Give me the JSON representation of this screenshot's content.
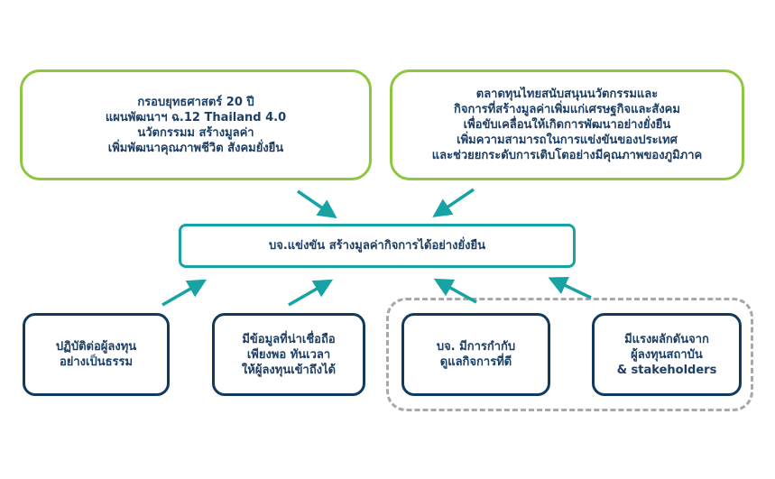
{
  "top_left": {
    "lines": [
      "กรอบยุทธศาสตร์ 20 ปี",
      "แผนพัฒนาฯ ฉ.12 Thailand 4.0",
      "นวัตกรรมม สร้างมูลค่า",
      "เพิ่มพัฒนาคุณภาพชีวิต สังคมยั่งยืน"
    ]
  },
  "top_right": {
    "lines": [
      "ตลาดทุนไทยสนับสนุนนวัตกรรมและ",
      "กิจการที่สร้างมูลค่าเพิ่มแก่เศรษฐกิจและสังคม",
      "เพื่อขับเคลื่อนให้เกิดการพัฒนาอย่างยั่งยืน",
      "เพิ่มความสามารถในการแข่งขันของประเทศ",
      "และช่วยยกระดับการเติบโตอย่างมีคุณภาพของภูมิภาค"
    ]
  },
  "center": {
    "text": "บจ.แข่งขัน สร้างมูลค่ากิจการได้อย่างยั่งยืน"
  },
  "bottom": [
    {
      "lines": [
        "ปฏิบัติต่อผู้ลงทุน",
        "อย่างเป็นธรรม"
      ]
    },
    {
      "lines": [
        "มีข้อมูลที่น่าเชื่อถือ",
        "เพียงพอ ทันเวลา",
        "ให้ผู้ลงทุนเข้าถึงได้"
      ]
    },
    {
      "lines": [
        "บจ. มีการกำกับ",
        "ดูแลกิจการที่ดี"
      ]
    },
    {
      "lines": [
        "มีแรงผลักดันจาก",
        "ผู้ลงทุนสถาบัน",
        "& stakeholders"
      ]
    }
  ],
  "colors": {
    "green": "#8dc63f",
    "teal": "#17a3a3",
    "navy": "#123a5e",
    "gray": "#a8a8a8"
  }
}
